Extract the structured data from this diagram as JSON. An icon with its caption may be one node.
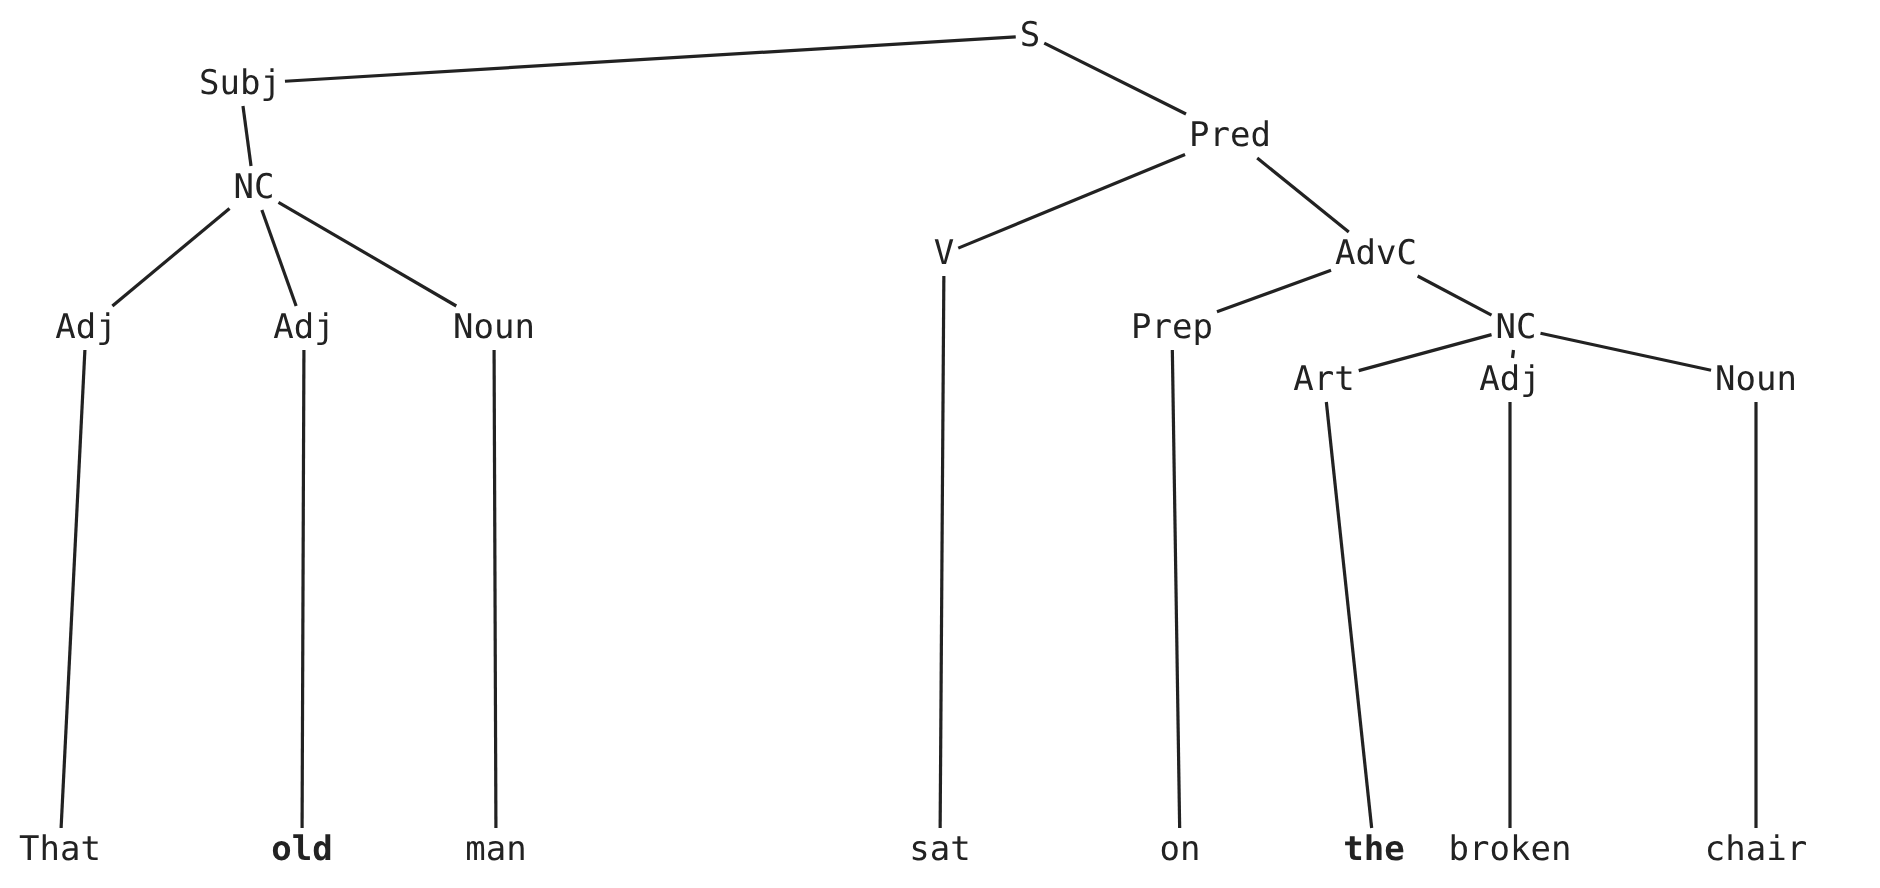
{
  "diagram": {
    "nodes": [
      {
        "text": [
          "S"
        ]
      },
      {
        "text": [
          "Subj"
        ]
      },
      {
        "text": [
          "Pred"
        ]
      },
      {
        "text": [
          "NC"
        ]
      },
      {
        "text": [
          "V"
        ]
      },
      {
        "text": [
          "AdvC"
        ]
      },
      {
        "text": [
          "Adj"
        ]
      },
      {
        "text": [
          "Adj"
        ]
      },
      {
        "text": [
          "Noun"
        ]
      },
      {
        "text": [
          "Prep"
        ]
      },
      {
        "text": [
          "NC"
        ]
      },
      {
        "text": [
          "Art"
        ]
      },
      {
        "text": [
          "Adj"
        ]
      },
      {
        "text": [
          "Noun"
        ]
      },
      {
        "text": [
          "That"
        ]
      },
      {
        "text": [
          "old"
        ]
      },
      {
        "text": [
          "man"
        ]
      },
      {
        "text": [
          "sat"
        ]
      },
      {
        "text": [
          "on"
        ]
      },
      {
        "text": [
          "the"
        ]
      },
      {
        "text": [
          "broken"
        ]
      },
      {
        "text": [
          "chair"
        ]
      }
    ],
    "edges": [
      {
        "from": 0,
        "to": 1,
        "arrow": "none"
      },
      {
        "from": 0,
        "to": 2,
        "arrow": "none"
      },
      {
        "from": 1,
        "to": 3,
        "arrow": "none"
      },
      {
        "from": 2,
        "to": 4,
        "arrow": "none"
      },
      {
        "from": 2,
        "to": 5,
        "arrow": "none"
      },
      {
        "from": 3,
        "to": 6,
        "arrow": "none"
      },
      {
        "from": 3,
        "to": 7,
        "arrow": "none"
      },
      {
        "from": 3,
        "to": 8,
        "arrow": "none"
      },
      {
        "from": 5,
        "to": 9,
        "arrow": "none"
      },
      {
        "from": 5,
        "to": 10,
        "arrow": "none"
      },
      {
        "from": 10,
        "to": 11,
        "arrow": "none"
      },
      {
        "from": 10,
        "to": 12,
        "arrow": "none"
      },
      {
        "from": 10,
        "to": 13,
        "arrow": "none"
      },
      {
        "from": 6,
        "to": 14,
        "arrow": "none"
      },
      {
        "from": 7,
        "to": 15,
        "arrow": "none"
      },
      {
        "from": 8,
        "to": 16,
        "arrow": "none"
      },
      {
        "from": 4,
        "to": 17,
        "arrow": "none"
      },
      {
        "from": 9,
        "to": 18,
        "arrow": "none"
      },
      {
        "from": 11,
        "to": 19,
        "arrow": "none"
      },
      {
        "from": 12,
        "to": 20,
        "arrow": "none"
      },
      {
        "from": 13,
        "to": 21,
        "arrow": "none"
      }
    ]
  }
}
